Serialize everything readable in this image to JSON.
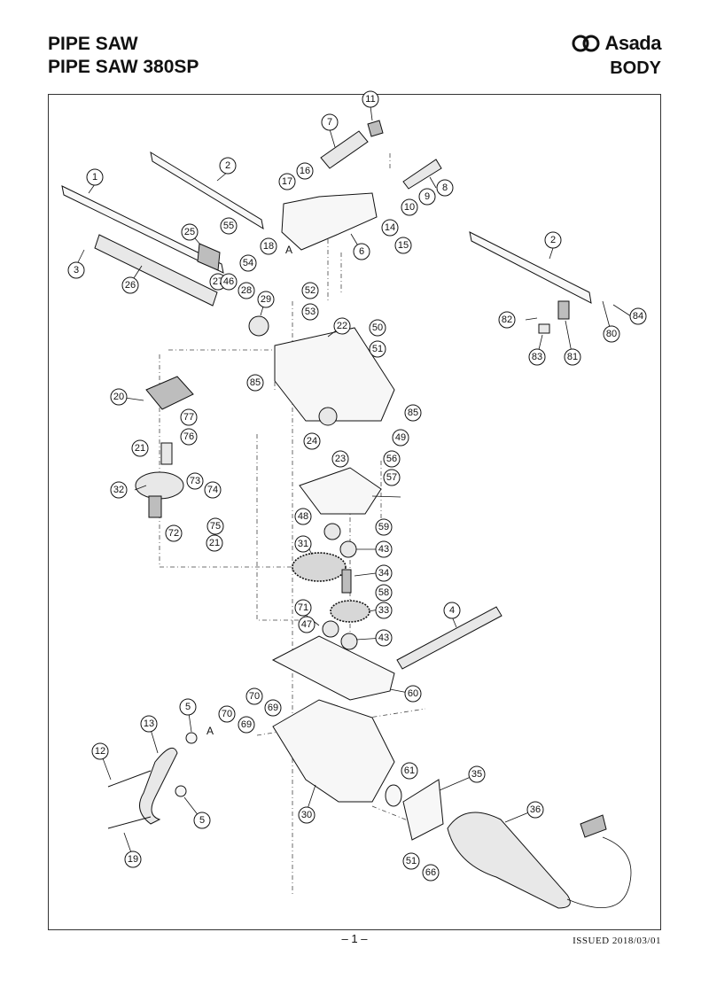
{
  "header": {
    "title_line1": "PIPE SAW",
    "title_line2": "PIPE SAW 380SP",
    "brand": "Asada",
    "section": "BODY"
  },
  "footer": {
    "page_number": "– 1 –",
    "issued": "ISSUED 2018/03/01"
  },
  "ref_letters": [
    "A",
    "A"
  ],
  "callouts": [
    "1",
    "2",
    "2",
    "3",
    "4",
    "5",
    "5",
    "6",
    "7",
    "8",
    "9",
    "10",
    "11",
    "12",
    "13",
    "14",
    "15",
    "16",
    "17",
    "18",
    "19",
    "20",
    "21",
    "21",
    "22",
    "23",
    "24",
    "25",
    "26",
    "27",
    "28",
    "29",
    "30",
    "31",
    "32",
    "33",
    "34",
    "35",
    "36",
    "43",
    "43",
    "46",
    "47",
    "48",
    "49",
    "50",
    "51",
    "51",
    "52",
    "53",
    "54",
    "55",
    "56",
    "57",
    "58",
    "59",
    "60",
    "61",
    "66",
    "69",
    "69",
    "70",
    "70",
    "71",
    "72",
    "73",
    "74",
    "75",
    "76",
    "77",
    "80",
    "81",
    "82",
    "83",
    "84",
    "85",
    "85"
  ]
}
